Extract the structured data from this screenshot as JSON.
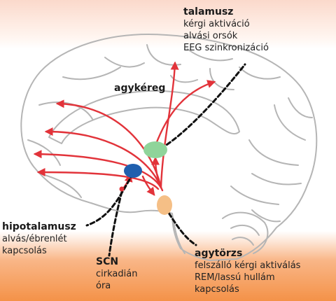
{
  "labels": {
    "talamusz": {
      "title": "talamusz",
      "lines": [
        "kérgi aktiváció",
        "alvási orsók",
        "EEG szinkronizáció"
      ]
    },
    "agykereg": {
      "title": "agykéreg"
    },
    "hipotalamusz": {
      "title": "hipotalamusz",
      "lines": [
        "alvás/ébrenlét",
        "kapcsolás"
      ]
    },
    "scn": {
      "title": "SCN",
      "lines": [
        "cirkadián",
        "óra"
      ]
    },
    "agytorzs": {
      "title": "agytörzs",
      "lines": [
        "felszálló kérgi aktiválás",
        "REM/lassú hullám",
        "kapcsolás"
      ]
    }
  },
  "colors": {
    "arrow": "#e2333a",
    "talamusz": "#8fd49a",
    "hipotalamusz": "#1f5fae",
    "agytorzs": "#f5bf86",
    "scn_dot": "#e2333a",
    "outline": "#b5b5b5"
  }
}
